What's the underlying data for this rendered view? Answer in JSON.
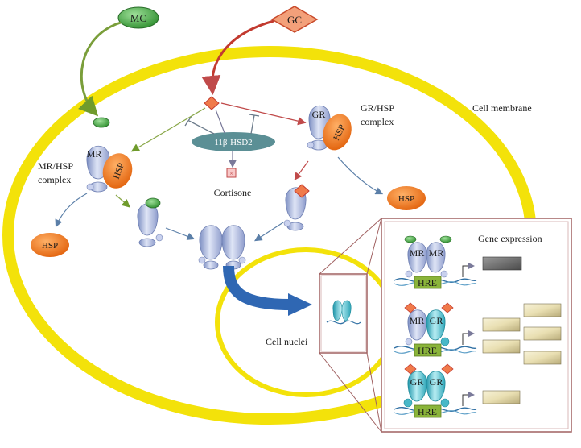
{
  "labels": {
    "mc": "MC",
    "gc": "GC",
    "enzyme": "11β-HSD2",
    "cortisone": "Cortisone",
    "cell_membrane": "Cell membrane",
    "cell_nuclei": "Cell nuclei",
    "gr_hsp_line1": "GR/HSP",
    "gr_hsp_line2": "complex",
    "mr_hsp_line1": "MR/HSP",
    "mr_hsp_line2": "complex",
    "hsp": "HSP",
    "mr": "MR",
    "gr": "GR",
    "hre": "HRE",
    "gene_expression": "Gene expression"
  },
  "colors": {
    "membrane": "#f3e20a",
    "mc": "#3d9a3d",
    "gc": "#f3a07a",
    "hsp": "#f07a1e",
    "mr_receptor": "#a9b5dc",
    "gr_receptor": "#48b8c8",
    "enzyme": "#5b8f95",
    "hre": "#8ab43a",
    "inset_border": "#a06060"
  },
  "gene_expression_levels": {
    "mr_mr": 1,
    "mr_gr": 5,
    "gr_gr": 1
  }
}
